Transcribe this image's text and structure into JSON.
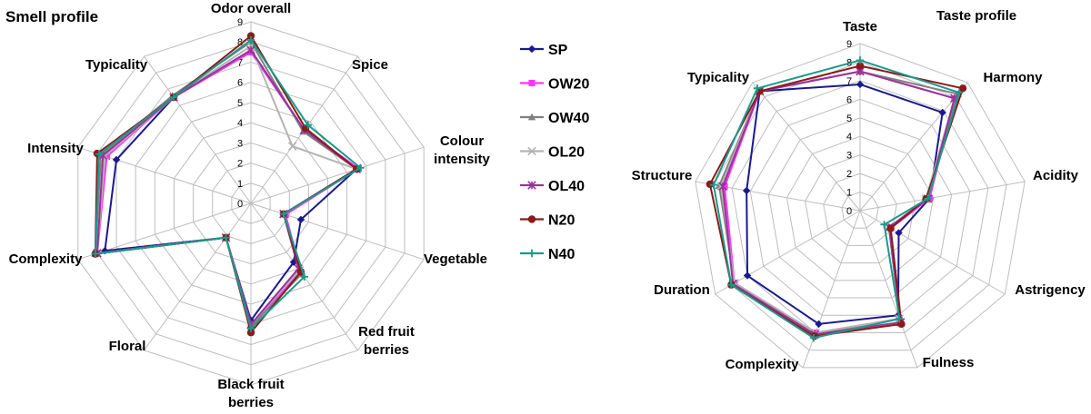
{
  "legend": [
    "SP",
    "OW20",
    "OW40",
    "OL20",
    "OL40",
    "N20",
    "N40"
  ],
  "colors": {
    "SP": "#1a1a8c",
    "OW20": "#ff33ff",
    "OW40": "#808080",
    "OL20": "#b3b3b3",
    "OL40": "#993399",
    "N20": "#8b1a1a",
    "N40": "#1a9a8a"
  },
  "markers": {
    "SP": "diamond",
    "OW20": "square",
    "OW40": "triangle",
    "OL20": "x",
    "OL40": "star",
    "N20": "circle",
    "N40": "plus"
  },
  "chart_data": [
    {
      "type": "radar",
      "title": "Smell profile",
      "axes": [
        "Odor overall",
        "Spice",
        "Colour intensity",
        "Vegetable",
        "Red fruit berries",
        "Black fruit berries",
        "Floral",
        "Complexity",
        "Intensity",
        "Typicality"
      ],
      "ticks": [
        0,
        1,
        2,
        3,
        4,
        5,
        6,
        7,
        8,
        9
      ],
      "range": [
        0,
        9
      ],
      "grid": true,
      "series": [
        {
          "name": "SP",
          "values": [
            7.5,
            4.5,
            5.5,
            2.6,
            3.6,
            5.8,
            2.1,
            7.6,
            7.0,
            6.5
          ]
        },
        {
          "name": "OW20",
          "values": [
            7.5,
            4.5,
            5.6,
            1.8,
            4.2,
            6.0,
            2.1,
            8.0,
            7.5,
            6.5
          ]
        },
        {
          "name": "OW40",
          "values": [
            8.0,
            4.4,
            5.5,
            1.7,
            4.3,
            6.1,
            2.1,
            8.1,
            7.8,
            6.6
          ]
        },
        {
          "name": "OL20",
          "values": [
            7.8,
            3.5,
            5.5,
            1.7,
            4.1,
            6.0,
            2.1,
            8.0,
            7.6,
            6.5
          ]
        },
        {
          "name": "OL40",
          "values": [
            7.6,
            4.5,
            5.5,
            1.7,
            4.0,
            6.0,
            2.1,
            8.0,
            7.7,
            6.5
          ]
        },
        {
          "name": "N20",
          "values": [
            8.3,
            4.6,
            5.5,
            1.7,
            4.2,
            6.4,
            2.1,
            8.1,
            8.0,
            6.5
          ]
        },
        {
          "name": "N40",
          "values": [
            8.1,
            4.8,
            5.7,
            1.7,
            4.5,
            6.2,
            2.1,
            8.1,
            7.9,
            6.5
          ]
        }
      ]
    },
    {
      "type": "radar",
      "title": "Taste profile",
      "axes": [
        "Taste",
        "Harmony",
        "Acidity",
        "Astrigency",
        "Fulness",
        "Complexity",
        "Duration",
        "Structure",
        "Typicality"
      ],
      "ticks": [
        0,
        1,
        2,
        3,
        4,
        5,
        6,
        7,
        8,
        9
      ],
      "range": [
        0,
        9
      ],
      "grid": true,
      "series": [
        {
          "name": "SP",
          "values": [
            6.8,
            6.9,
            3.8,
            2.4,
            6.0,
            6.5,
            7.0,
            6.2,
            8.4
          ]
        },
        {
          "name": "OW20",
          "values": [
            7.5,
            7.9,
            3.8,
            1.9,
            6.2,
            7.0,
            7.8,
            7.4,
            8.4
          ]
        },
        {
          "name": "OW40",
          "values": [
            7.5,
            8.2,
            3.6,
            1.8,
            6.2,
            7.1,
            7.8,
            7.7,
            8.4
          ]
        },
        {
          "name": "OL20",
          "values": [
            7.5,
            7.9,
            3.6,
            1.8,
            6.2,
            7.0,
            7.8,
            7.6,
            8.4
          ]
        },
        {
          "name": "OL40",
          "values": [
            7.5,
            7.9,
            3.7,
            1.8,
            6.4,
            7.1,
            7.9,
            7.5,
            8.4
          ]
        },
        {
          "name": "N20",
          "values": [
            7.8,
            8.6,
            3.6,
            1.9,
            6.5,
            7.2,
            8.0,
            8.2,
            8.4
          ]
        },
        {
          "name": "N40",
          "values": [
            8.1,
            8.3,
            3.7,
            1.5,
            6.2,
            7.3,
            8.0,
            8.0,
            8.6
          ]
        }
      ]
    }
  ]
}
